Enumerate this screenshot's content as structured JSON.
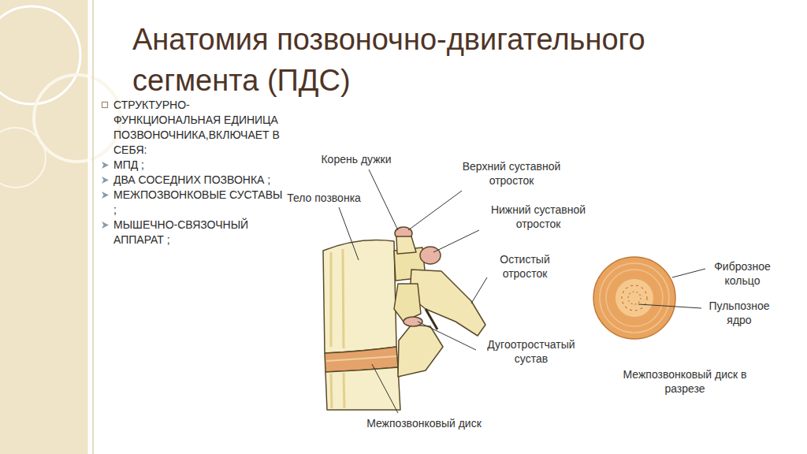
{
  "diagram": {
    "title": "Анатомия позвоночно-двигательного сегмента (ПДС)",
    "labels": [
      "СТРУКТУРНО-ФУНКЦИОНАЛЬНАЯ ЕДИНИЦА ПОЗВОНОЧНИКА,ВКЛЮЧАЕТ В СЕБЯ:",
      "МПД ;",
      "ДВА СОСЕДНИХ ПОЗВОНКА ;",
      "МЕЖПОЗВОНКОВЫЕ СУСТАВЫ ;",
      "МЫШЕЧНО-СВЯЗОЧНЫЙ АППАРАТ ;",
      "Корень дужки",
      "Верхний суставной отросток",
      "Тело позвонка",
      "Нижний суставной отросток",
      "Остистый отросток",
      "Дугоотростчатый сустав",
      "Межпозвонковый диск",
      "Фиброзное кольцо",
      "Пульпозное ядро",
      "Межпозвонковый диск в разрезе"
    ]
  }
}
